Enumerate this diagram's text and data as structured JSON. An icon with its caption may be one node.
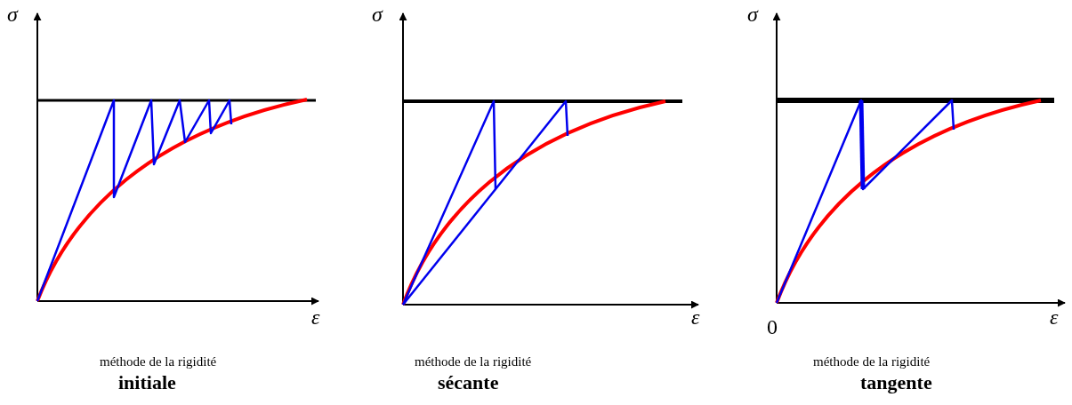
{
  "diagram": {
    "labels": [
      "σ",
      "ε",
      "méthode de la rigidité",
      "initiale",
      "σ",
      "ε",
      "méthode de la rigidité",
      "sécante",
      "σ",
      "0",
      "ε",
      "méthode de la rigidité",
      "tangente"
    ]
  }
}
